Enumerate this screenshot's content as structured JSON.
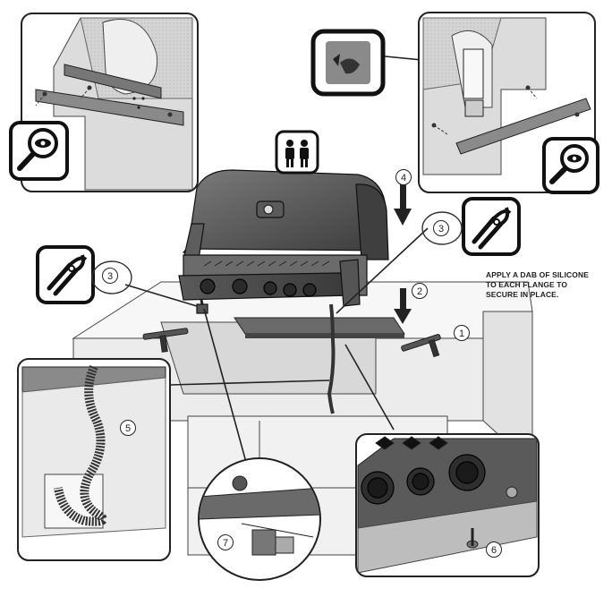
{
  "instruction_note": [
    "APPLY  A DAB OF SILICONE",
    "TO EACH FLANGE TO",
    "SECURE IN PLACE."
  ],
  "step_markers": [
    "1",
    "2",
    "3",
    "3",
    "4",
    "5",
    "6",
    "7"
  ],
  "icons": [
    "magnifier-eye-icon",
    "magnifier-eye-icon",
    "two-person-lift-icon",
    "pliers-icon",
    "pliers-icon",
    "peel-backing-icon",
    "silicone-caulk-gun-icon"
  ],
  "colors": {
    "line": "#222222",
    "grill_dark": "#4a4a4a",
    "grill_mid": "#6b6b6b",
    "panel_grey": "#d9d9d9",
    "light_grey": "#efefef"
  }
}
